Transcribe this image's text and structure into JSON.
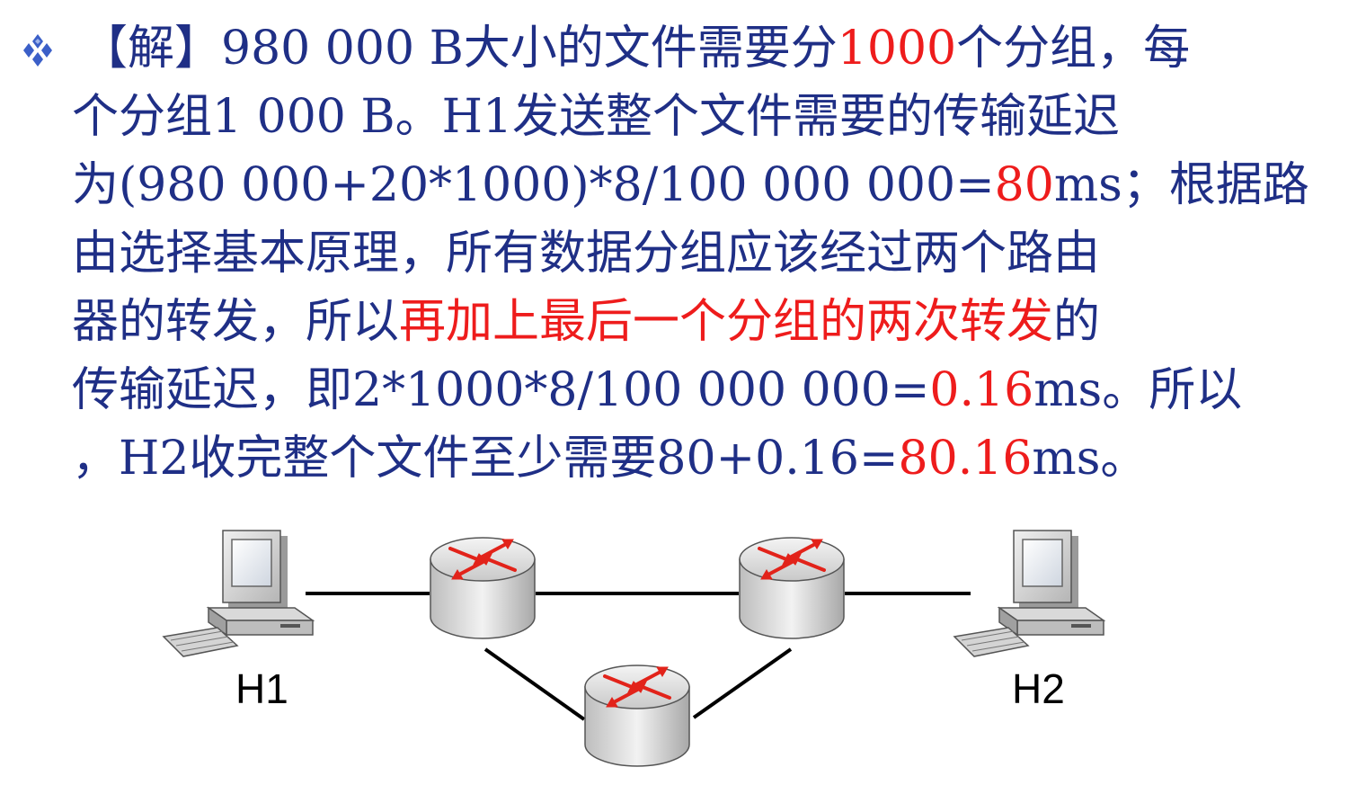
{
  "solution": {
    "lines": [
      [
        {
          "text": "【解】980 000 B大小的文件需要分"
        },
        {
          "text": "1000",
          "highlight": true
        },
        {
          "text": "个分组，每"
        }
      ],
      [
        {
          "text": "个分组1 000 B。H1发送整个文件需要的传输延迟"
        }
      ],
      [
        {
          "text": "为(980 000+20*1000)*8/100 000 000="
        },
        {
          "text": "80",
          "highlight": true
        },
        {
          "text": "ms；根据路"
        }
      ],
      [
        {
          "text": "由选择基本原理，所有数据分组应该经过两个路由"
        }
      ],
      [
        {
          "text": "器的转发，所以"
        },
        {
          "text": "再加上最后一个分组的两次转发",
          "highlight": true
        },
        {
          "text": "的"
        }
      ],
      [
        {
          "text": "传输延迟，即2*1000*8/100 000 000="
        },
        {
          "text": "0.16",
          "highlight": true
        },
        {
          "text": "ms。所以"
        }
      ],
      [
        {
          "text": "，H2收完整个文件至少需要80+0.16="
        },
        {
          "text": "80.16",
          "highlight": true
        },
        {
          "text": "ms。"
        }
      ]
    ]
  },
  "diagram": {
    "hosts": [
      {
        "id": "h1",
        "label": "H1"
      },
      {
        "id": "h2",
        "label": "H2"
      }
    ],
    "routers": [
      {
        "id": "r1"
      },
      {
        "id": "r2"
      },
      {
        "id": "r3"
      }
    ],
    "links": [
      [
        "h1",
        "r1"
      ],
      [
        "r1",
        "r2"
      ],
      [
        "r2",
        "h2"
      ],
      [
        "r1",
        "r3"
      ],
      [
        "r3",
        "r2"
      ]
    ]
  },
  "colors": {
    "text": "#1f2f86",
    "highlight": "#ee1c1c",
    "bullet": "#3b5fc8",
    "router_arrow": "#e2231a"
  },
  "icons": {
    "bullet": "diamond-cluster-icon",
    "host": "desktop-computer-icon",
    "router": "router-icon"
  }
}
